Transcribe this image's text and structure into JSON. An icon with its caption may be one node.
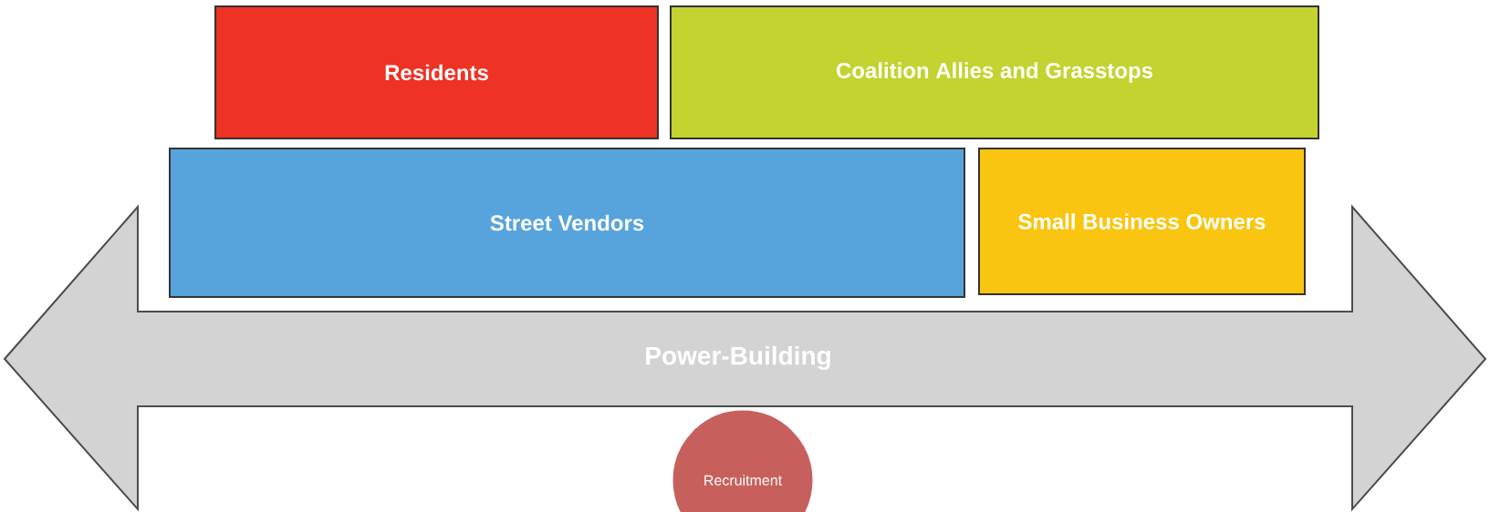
{
  "diagram": {
    "nodes": [
      {
        "text": [
          "Residents"
        ]
      },
      {
        "text": [
          "Coalition Allies and Grasstops"
        ]
      },
      {
        "text": [
          "Street Vendors"
        ]
      },
      {
        "text": [
          "Small Business Owners"
        ]
      },
      {
        "text": [
          "Power-Building"
        ]
      },
      {
        "text": [
          "Recruitment"
        ]
      }
    ]
  }
}
